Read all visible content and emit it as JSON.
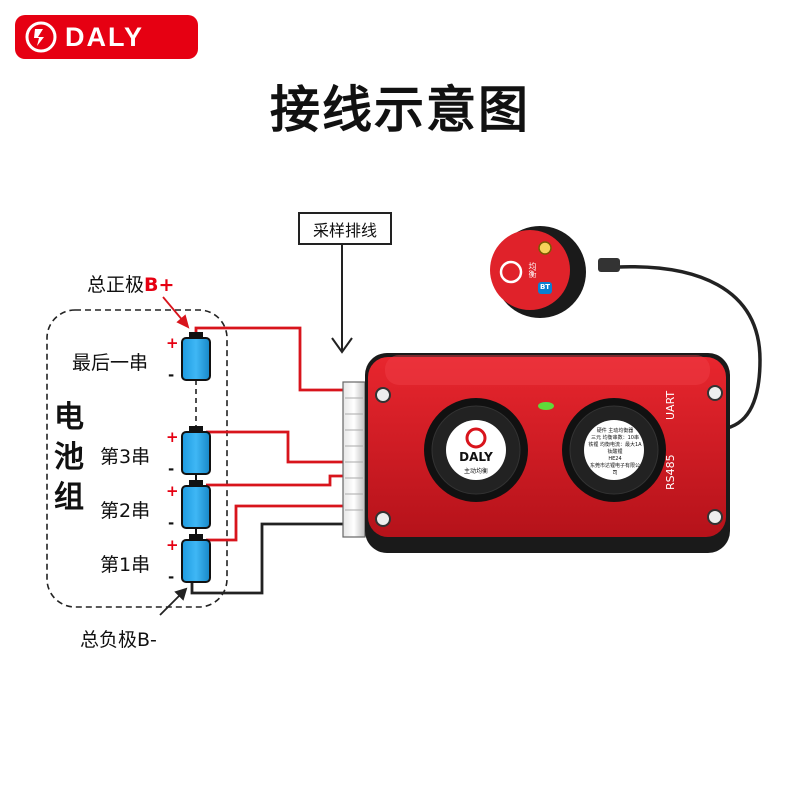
{
  "brand": {
    "name": "DALY",
    "color": "#e60012"
  },
  "title": "接线示意图",
  "callout": "采样排线",
  "battery_pack": {
    "label": "电池组",
    "total_positive": {
      "text": "总正极",
      "suffix": "B+"
    },
    "total_negative": "总负极B-",
    "cells": [
      {
        "label": "最后一串",
        "plus": "+",
        "minus": "-"
      },
      {
        "label": "第3串",
        "plus": "+",
        "minus": "-"
      },
      {
        "label": "第2串",
        "plus": "+",
        "minus": "-"
      },
      {
        "label": "第1串",
        "plus": "+",
        "minus": "-"
      }
    ]
  },
  "device": {
    "fan_left": {
      "brand": "DALY",
      "caption": "主动均衡"
    },
    "fan_right": {
      "header": "硬件 主动均衡器",
      "line1_left": "三元",
      "line1_right": "均衡串数：10串",
      "line2_left": "铁锂",
      "line2_right": "均衡电流：最大1A",
      "line3_left": "钛酸锂",
      "model": "HE24",
      "maker": "东莞市达锂电子有限公司"
    },
    "port_labels": [
      "UART",
      "RS485"
    ]
  },
  "module": {
    "badge": "BT",
    "text": "均衡"
  }
}
